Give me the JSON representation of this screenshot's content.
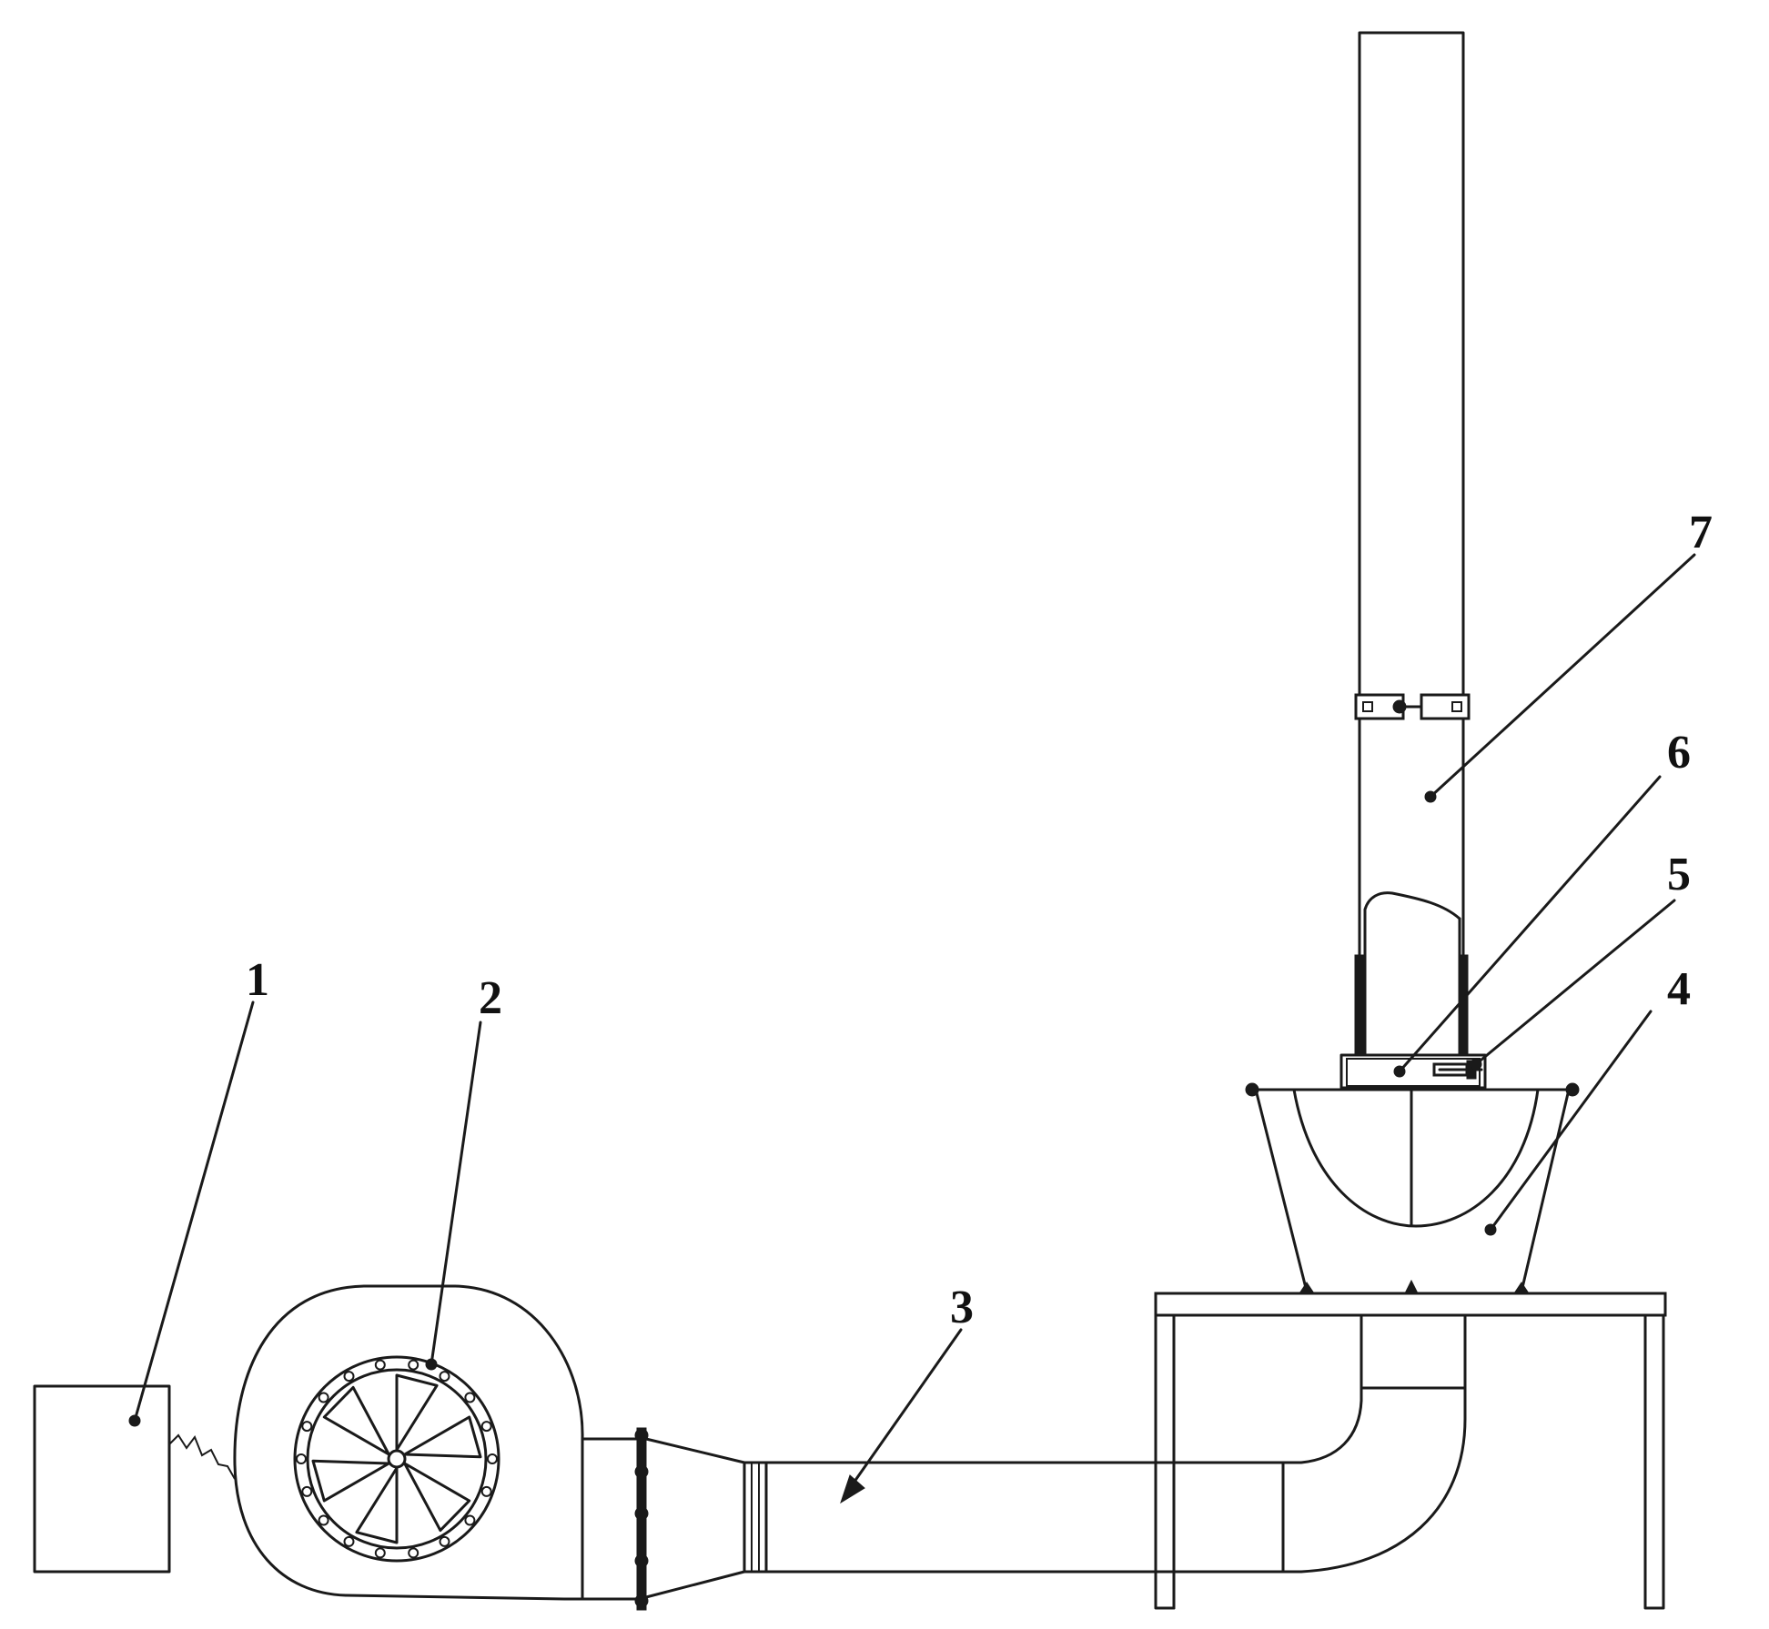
{
  "callouts": {
    "c1": "1",
    "c2": "2",
    "c3": "3",
    "c4": "4",
    "c5": "5",
    "c6": "6",
    "c7": "7"
  },
  "colors": {
    "line": "#1a1a1a",
    "background": "#ffffff"
  }
}
